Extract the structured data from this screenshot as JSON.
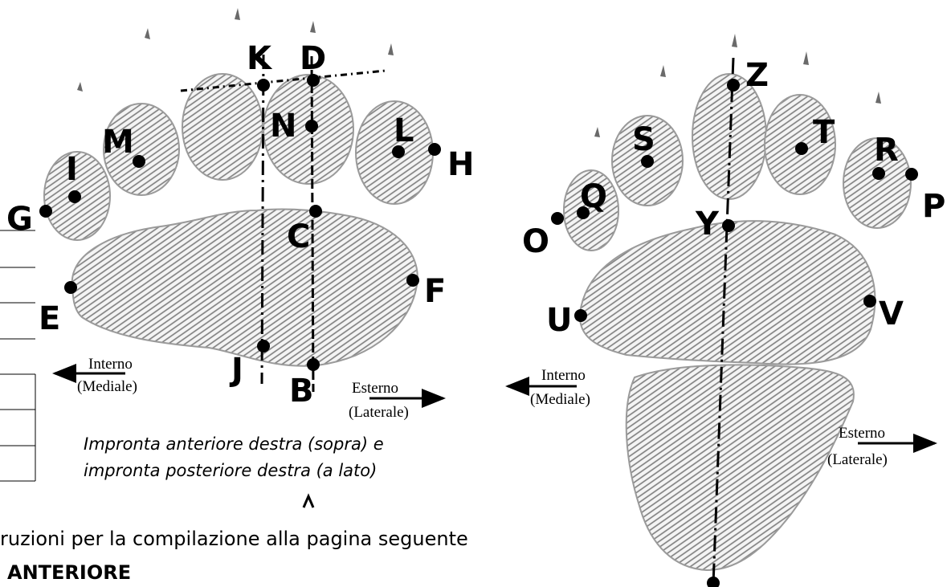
{
  "left_print": {
    "labels": {
      "K": "K",
      "D": "D",
      "N": "N",
      "M": "M",
      "I": "I",
      "G": "G",
      "L": "L",
      "H": "H",
      "C": "C",
      "E": "E",
      "F": "F",
      "J": "J",
      "B": "B"
    },
    "medial_text": "Interno",
    "medial_text2": "(Mediale)",
    "lateral_text": "Esterno",
    "lateral_text2": "(Laterale)"
  },
  "right_print": {
    "labels": {
      "Z": "Z",
      "S": "S",
      "T": "T",
      "R": "R",
      "P": "P",
      "Q": "Q",
      "O": "O",
      "Y": "Y",
      "U": "U",
      "V": "V"
    },
    "medial_text": "Interno",
    "medial_text2": "(Mediale)",
    "lateral_text": "Esterno",
    "lateral_text2": "(Laterale)"
  },
  "caption": {
    "line1": "Impronta anteriore destra (sopra) e",
    "line2": "impronta posteriore destra (a lato)"
  },
  "footer": {
    "instructions": "ruzioni per la compilazione alla pagina seguente",
    "heading": "ANTERIORE"
  }
}
